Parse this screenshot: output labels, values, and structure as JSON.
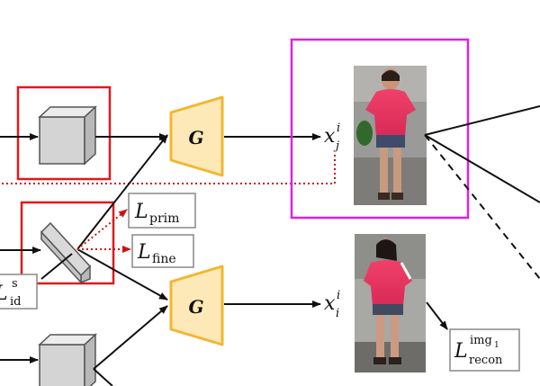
{
  "generator": {
    "symbol": "G"
  },
  "outputs": {
    "xj": {
      "base": "x",
      "sub": "j",
      "sup": "i"
    },
    "xi": {
      "base": "x",
      "sub": "i",
      "sup": "i"
    }
  },
  "losses": {
    "prim": {
      "base": "L",
      "sub": "prim"
    },
    "fine": {
      "base": "L",
      "sub": "fine"
    },
    "id": {
      "base": "L",
      "sub": "id",
      "sup": "s"
    },
    "recon": {
      "base": "L",
      "sub": "recon",
      "sup": "img",
      "sup_sub": "1"
    }
  },
  "colors": {
    "red_box": "#e01a1a",
    "magenta_box": "#e020e0",
    "generator_fill": "#fde9b8",
    "generator_stroke": "#f2b630",
    "red_dotted": "#c81414"
  }
}
